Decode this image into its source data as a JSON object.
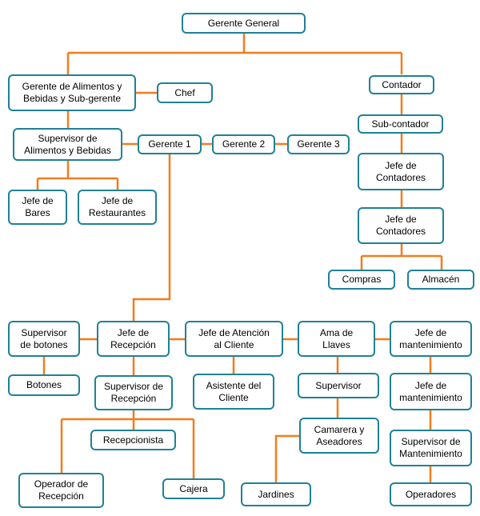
{
  "colors": {
    "box_border": "#1f8196",
    "connector": "#f07d1e",
    "text": "#000000",
    "background": "#ffffff"
  },
  "nodes": {
    "gerente_general": "Gerente General",
    "gerente_ab": "Gerente de Alimentos y\nBebidas y Sub-gerente",
    "chef": "Chef",
    "contador": "Contador",
    "supervisor_ab": "Supervisor de\nAlimentos y Bebidas",
    "gerente_1": "Gerente 1",
    "gerente_2": "Gerente 2",
    "gerente_3": "Gerente 3",
    "sub_contador": "Sub-contador",
    "jefe_bares": "Jefe de\nBares",
    "jefe_restaurantes": "Jefe de\nRestaurantes",
    "jefe_contadores_1": "Jefe de\nContadores",
    "jefe_contadores_2": "Jefe de\nContadores",
    "compras": "Compras",
    "almacen": "Almacén",
    "supervisor_botones": "Supervisor\nde botones",
    "jefe_recepcion": "Jefe de\nRecepción",
    "jefe_atencion": "Jefe de Atención\nal Cliente",
    "ama_llaves": "Ama de\nLlaves",
    "jefe_mant_1": "Jefe de\nmantenimiento",
    "botones": "Botones",
    "supervisor_recepcion": "Supervisor de\nRecepción",
    "asistente_cliente": "Asistente del\nCliente",
    "supervisor": "Supervisor",
    "jefe_mant_2": "Jefe de\nmantenimiento",
    "recepcionista": "Recepcionista",
    "camarera": "Camarera y\nAseadores",
    "supervisor_mant": "Supervisor de\nMantenimiento",
    "operador_recepcion": "Operador de\nRecepción",
    "cajera": "Cajera",
    "jardines": "Jardines",
    "operadores": "Operadores"
  }
}
